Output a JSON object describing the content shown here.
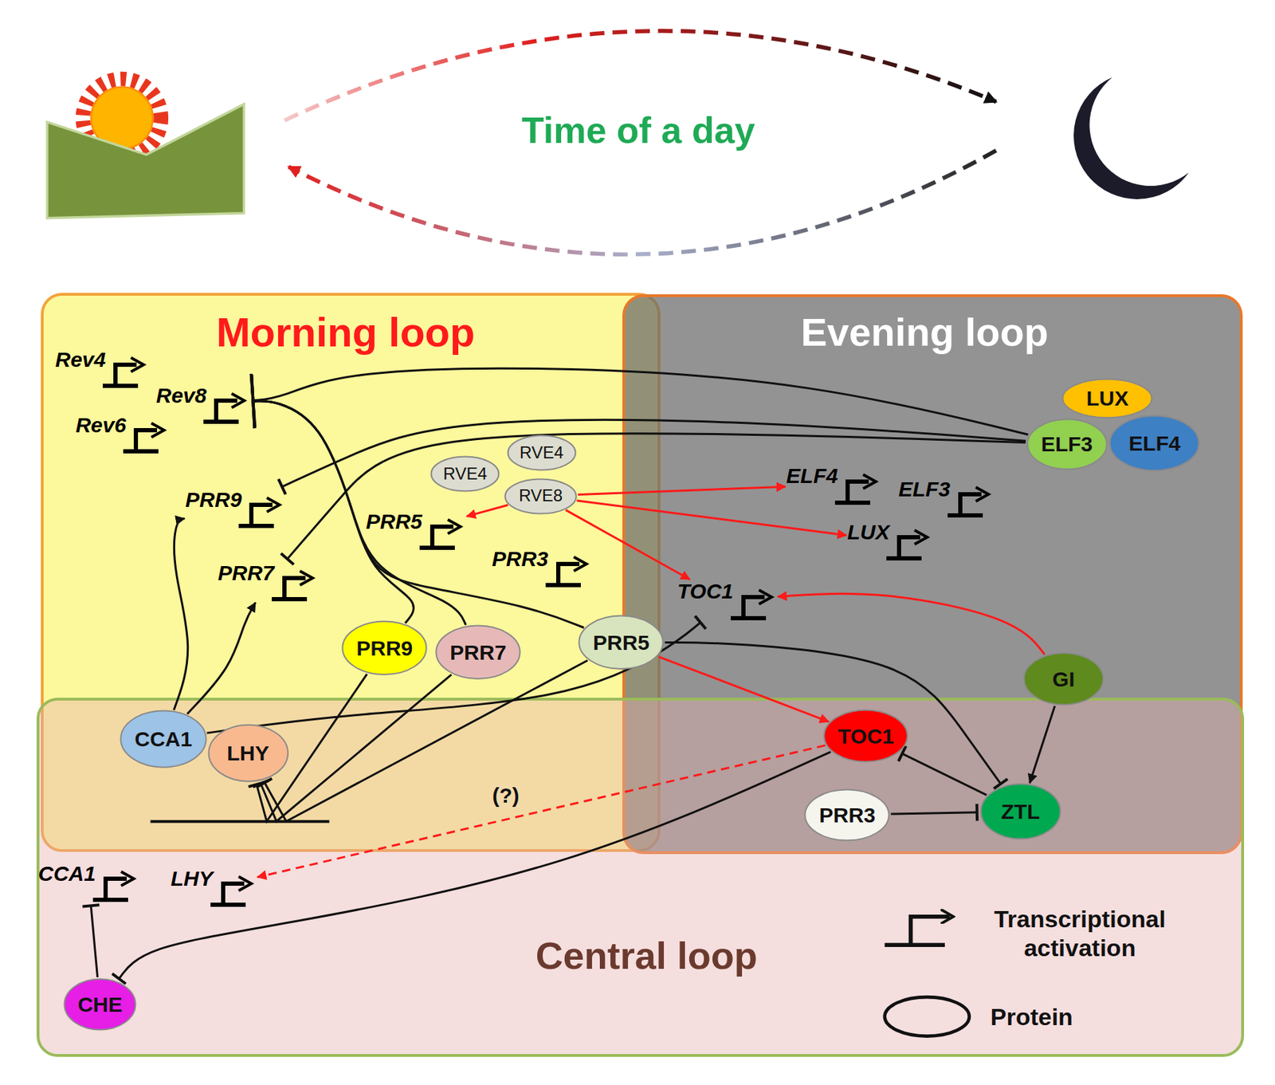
{
  "diagram": {
    "nodes": [
      {
        "text": [
          "Morning loop"
        ]
      },
      {
        "text": [
          "Evening loop"
        ]
      },
      {
        "text": [
          "Central loop"
        ]
      },
      {
        "text": [
          "Rev4"
        ],
        "in": 0
      },
      {
        "text": [
          "Rev8"
        ],
        "in": 0
      },
      {
        "text": [
          "Rev6"
        ],
        "in": 0
      },
      {
        "text": [
          "PRR9"
        ],
        "in": 0
      },
      {
        "text": [
          "PRR7"
        ],
        "in": 0
      },
      {
        "text": [
          "RVE4"
        ],
        "in": 0
      },
      {
        "text": [
          "RVE4"
        ],
        "in": 0
      },
      {
        "text": [
          "RVE8"
        ],
        "in": 0
      },
      {
        "text": [
          "PRR5"
        ],
        "in": 0
      },
      {
        "text": [
          "PRR3"
        ],
        "in": 0
      },
      {
        "text": [
          "PRR9"
        ],
        "in": 0
      },
      {
        "text": [
          "PRR7"
        ],
        "in": 0
      },
      {
        "text": [
          "PRR5"
        ],
        "in": 0
      },
      {
        "text": [
          "CCA1"
        ],
        "in": 0
      },
      {
        "text": [
          "LHY"
        ],
        "in": 0
      },
      {
        "text": [
          "LUX"
        ],
        "in": 1
      },
      {
        "text": [
          "ELF3"
        ],
        "in": 1
      },
      {
        "text": [
          "ELF4"
        ],
        "in": 1
      },
      {
        "text": [
          "ELF4"
        ],
        "in": 1
      },
      {
        "text": [
          "ELF3"
        ],
        "in": 1
      },
      {
        "text": [
          "LUX"
        ],
        "in": 1
      },
      {
        "text": [
          "TOC1"
        ],
        "in": 1
      },
      {
        "text": [
          "GI"
        ],
        "in": 1
      },
      {
        "text": [
          "TOC1"
        ],
        "in": 1
      },
      {
        "text": [
          "ZTL"
        ],
        "in": 1
      },
      {
        "text": [
          "PRR3"
        ],
        "in": 1
      },
      {
        "text": [
          "CCA1"
        ],
        "in": 2
      },
      {
        "text": [
          "LHY"
        ],
        "in": 2
      },
      {
        "text": [
          "CHE"
        ],
        "in": 2
      }
    ],
    "edges": [
      {
        "from": 19,
        "to": 4,
        "arrow": "to"
      },
      {
        "from": 19,
        "to": 6,
        "arrow": "to"
      },
      {
        "from": 19,
        "to": 7,
        "arrow": "to"
      },
      {
        "from": 13,
        "to": 4,
        "arrow": "to"
      },
      {
        "from": 14,
        "to": 4,
        "arrow": "to"
      },
      {
        "from": 15,
        "to": 4,
        "arrow": "to"
      },
      {
        "from": 16,
        "to": 6,
        "arrow": "to"
      },
      {
        "from": 16,
        "to": 7,
        "arrow": "to"
      },
      {
        "from": 16,
        "to": 24,
        "arrow": "to"
      },
      {
        "from": 10,
        "to": 21,
        "arrow": "to"
      },
      {
        "from": 10,
        "to": 23,
        "arrow": "to"
      },
      {
        "from": 10,
        "to": 11,
        "arrow": "to"
      },
      {
        "from": 10,
        "to": 24,
        "arrow": "to"
      },
      {
        "from": 25,
        "to": 24,
        "arrow": "to"
      },
      {
        "from": 25,
        "to": 27,
        "arrow": "to"
      },
      {
        "from": 15,
        "to": 26,
        "arrow": "to"
      },
      {
        "from": 15,
        "to": 27,
        "arrow": "to"
      },
      {
        "from": 27,
        "to": 26,
        "arrow": "to"
      },
      {
        "from": 28,
        "to": 27,
        "arrow": "to"
      },
      {
        "from": 26,
        "to": 30,
        "arrow": "to"
      },
      {
        "from": 26,
        "to": 31,
        "arrow": "to"
      },
      {
        "from": 31,
        "to": 29,
        "arrow": "to"
      },
      {
        "from": 13,
        "to": 17,
        "arrow": "to"
      },
      {
        "from": 14,
        "to": 17,
        "arrow": "to"
      },
      {
        "from": 15,
        "to": 17,
        "arrow": "to"
      }
    ],
    "labels": [
      "Time of a day",
      "(?)"
    ],
    "legend": [
      {
        "text": "Transcriptional activation"
      },
      {
        "text": "Protein"
      }
    ]
  }
}
